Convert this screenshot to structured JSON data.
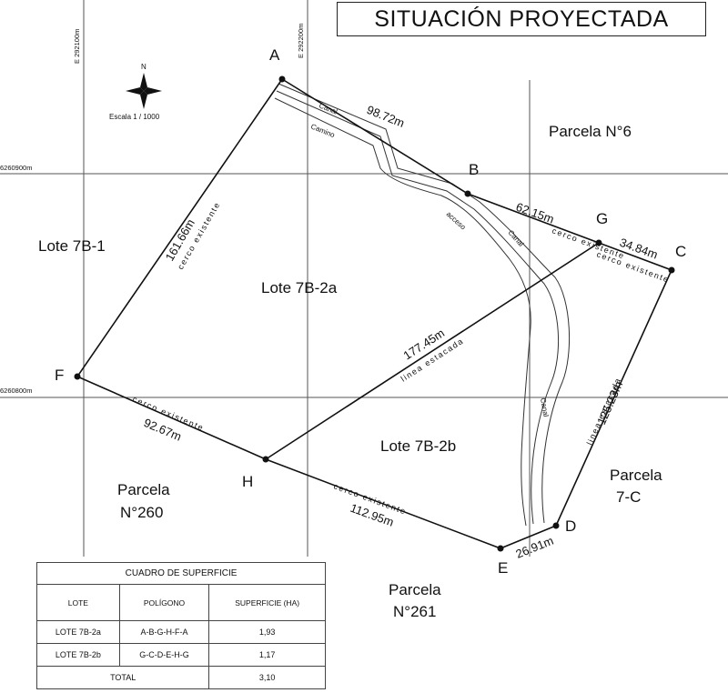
{
  "title": "SITUACIÓN PROYECTADA",
  "grid": {
    "e1": "E 292100m",
    "e2": "E 292200m",
    "n1": "6260900m",
    "n2": "6260800m"
  },
  "north": {
    "letter": "N",
    "scale": "Escala 1 / 1000"
  },
  "points": [
    "A",
    "B",
    "G",
    "C",
    "D",
    "E",
    "H",
    "F"
  ],
  "distances": {
    "ab": "98.72m",
    "bg": "62.15m",
    "gc": "34.84m",
    "cd": "125.23m",
    "de": "26.91m",
    "eh": "112.95m",
    "hf": "92.67m",
    "fa": "161.66m",
    "gh": "177.45m"
  },
  "line_labels": {
    "cerco_existente": "cerco existente",
    "linea_estacada": "linea estacada",
    "canal": "Canal",
    "camino": "Camino",
    "acceso": "acceso"
  },
  "areas": {
    "lote_7b1": "Lote 7B-1",
    "lote_7b2a": "Lote 7B-2a",
    "lote_7b2b": "Lote 7B-2b",
    "parcela_6": "Parcela N°6",
    "parcela_7c_a": "Parcela",
    "parcela_7c_b": "7-C",
    "parcela_260_a": "Parcela",
    "parcela_260_b": "N°260",
    "parcela_261_a": "Parcela",
    "parcela_261_b": "N°261"
  },
  "table": {
    "title": "CUADRO DE SUPERFICIE",
    "headers": [
      "LOTE",
      "POLÍGONO",
      "SUPERFICIE (HA)"
    ],
    "rows": [
      [
        "LOTE 7B-2a",
        "A-B-G-H-F-A",
        "1,93"
      ],
      [
        "LOTE 7B-2b",
        "G-C-D-E-H-G",
        "1,17"
      ]
    ],
    "total_label": "TOTAL",
    "total_value": "3,10"
  }
}
